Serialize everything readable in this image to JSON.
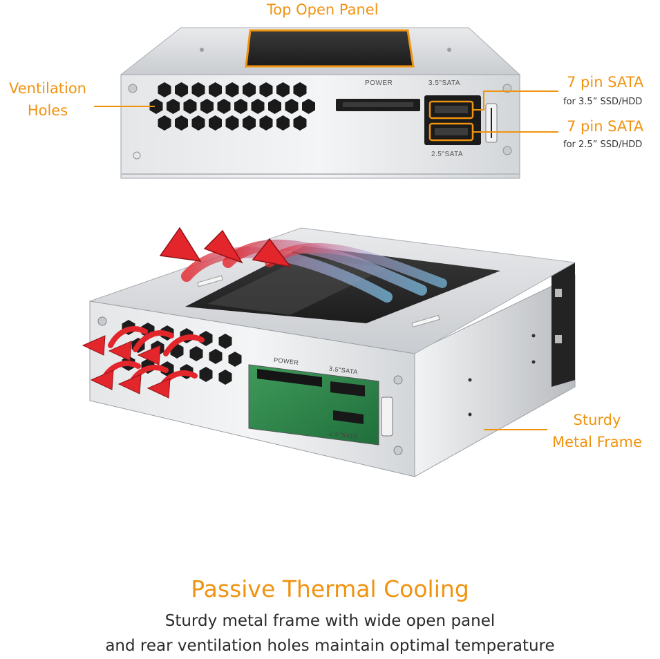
{
  "callouts": {
    "top_open_panel": "Top Open Panel",
    "ventilation_line1": "Ventilation",
    "ventilation_line2": "Holes",
    "sata_35_title": "7 pin SATA",
    "sata_35_sub": "for 3.5” SSD/HDD",
    "sata_25_title": "7 pin SATA",
    "sata_25_sub": "for 2.5” SSD/HDD",
    "frame_line1": "Sturdy",
    "frame_line2": "Metal Frame"
  },
  "device_labels": {
    "power": "POWER",
    "sata35": "3.5\"SATA",
    "sata25": "2.5\"SATA"
  },
  "caption": {
    "headline": "Passive Thermal Cooling",
    "line1": "Sturdy metal frame with wide open panel",
    "line2": "and rear ventilation holes maintain optimal temperature"
  },
  "colors": {
    "accent": "#f0930f",
    "text": "#2b2b2b",
    "metal": "#d9dbde",
    "arrow_red": "#e3262b",
    "airflow_blue": "#7ec4ea"
  }
}
